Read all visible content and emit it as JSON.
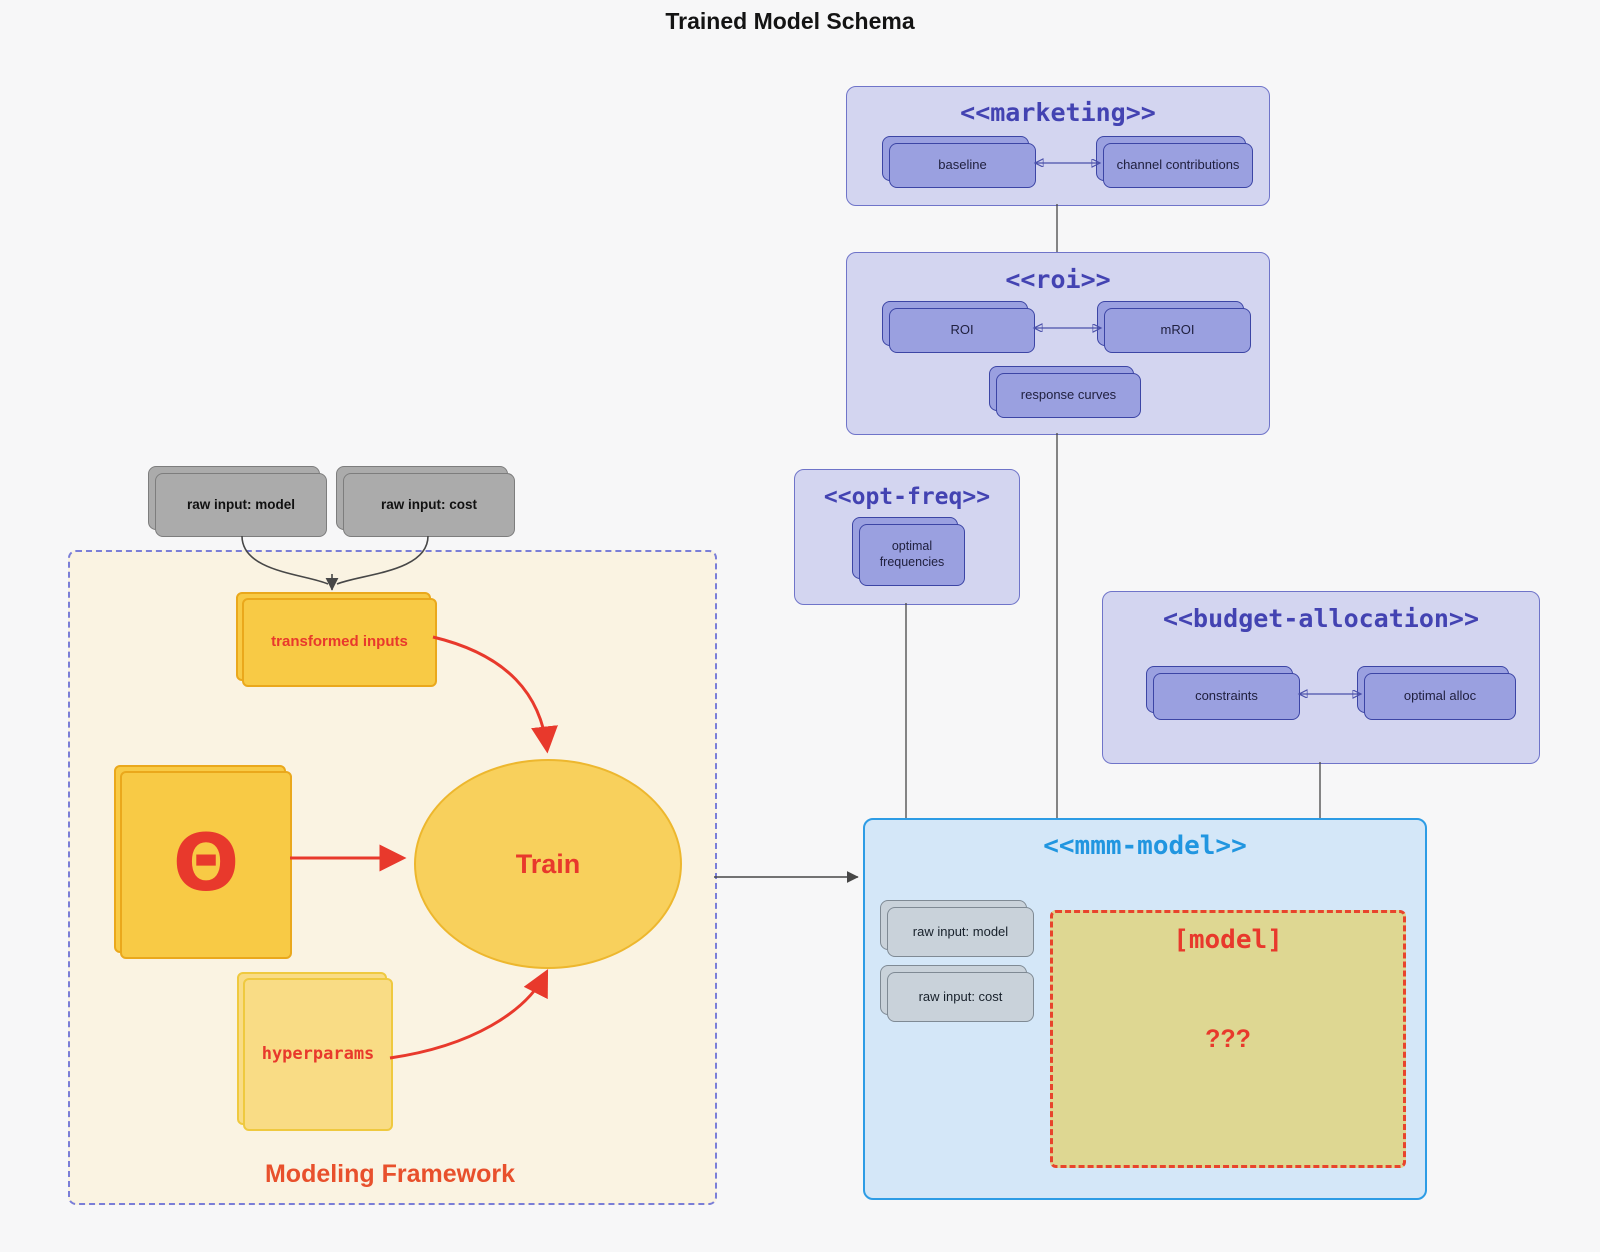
{
  "title": "Trained Model Schema",
  "clusters": {
    "marketing": {
      "title": "<<marketing>>",
      "cards": [
        {
          "label": "baseline"
        },
        {
          "label": "channel contributions"
        }
      ]
    },
    "roi": {
      "title": "<<roi>>",
      "cards": [
        {
          "label": "ROI"
        },
        {
          "label": "mROI"
        },
        {
          "label": "response curves"
        }
      ]
    },
    "opt_freq": {
      "title": "<<opt-freq>>",
      "cards": [
        {
          "label": "optimal frequencies"
        }
      ]
    },
    "budget": {
      "title": "<<budget-allocation>>",
      "cards": [
        {
          "label": "constraints"
        },
        {
          "label": "optimal alloc"
        }
      ]
    },
    "mmm": {
      "title": "<<mmm-model>>",
      "cards": [
        {
          "label": "raw input: model"
        },
        {
          "label": "raw input: cost"
        }
      ],
      "model_box": {
        "title": "[model]",
        "placeholder": "???"
      }
    },
    "framework": {
      "label": "Modeling Framework",
      "nodes": {
        "transformed": "transformed inputs",
        "theta": "Θ",
        "train": "Train",
        "hyperparams": "hyperparams"
      }
    }
  },
  "inputs": [
    {
      "label": "raw input: model"
    },
    {
      "label": "raw input: cost"
    }
  ],
  "colors": {
    "cluster_bg": "#d3d5f0",
    "cluster_border": "#6f74c9",
    "cluster_title": "#4343b2",
    "purple_card": "#9aa0e0",
    "mmm_bg": "#d4e7f8",
    "mmm_border": "#2d9ce5",
    "mmm_title": "#2196e0",
    "framework_bg": "#faf3e2",
    "framework_border": "#7a7ed8",
    "gold": "#f8ca45",
    "light_gold": "#f9dc85",
    "khaki": "#ded792",
    "red": "#e8392c",
    "orange_red": "#e8502c",
    "gray_card": "#ababab",
    "black_wire": "#474747",
    "purple_wire": "#4a50aa"
  }
}
